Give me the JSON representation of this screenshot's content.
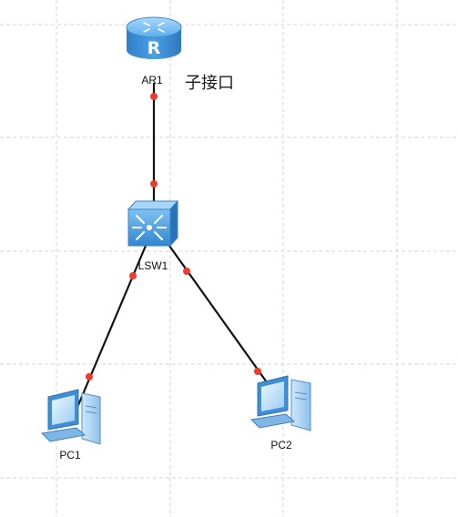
{
  "devices": {
    "router": {
      "label": "AR1",
      "type": "router",
      "icon": "router-icon"
    },
    "switch": {
      "label": "LSW1",
      "type": "switch",
      "icon": "switch-icon"
    },
    "pc1": {
      "label": "PC1",
      "type": "pc",
      "icon": "pc-icon"
    },
    "pc2": {
      "label": "PC2",
      "type": "pc",
      "icon": "pc-icon"
    }
  },
  "annotation": {
    "text": "子接口"
  },
  "links": [
    {
      "from": "AR1",
      "to": "LSW1"
    },
    {
      "from": "LSW1",
      "to": "PC1"
    },
    {
      "from": "LSW1",
      "to": "PC2"
    }
  ],
  "colors": {
    "grid": "#d4d4d4",
    "link": "#111111",
    "port_dot": "#f03a2c",
    "device_blue": "#3f8fd6",
    "device_light": "#bfe0fa"
  }
}
